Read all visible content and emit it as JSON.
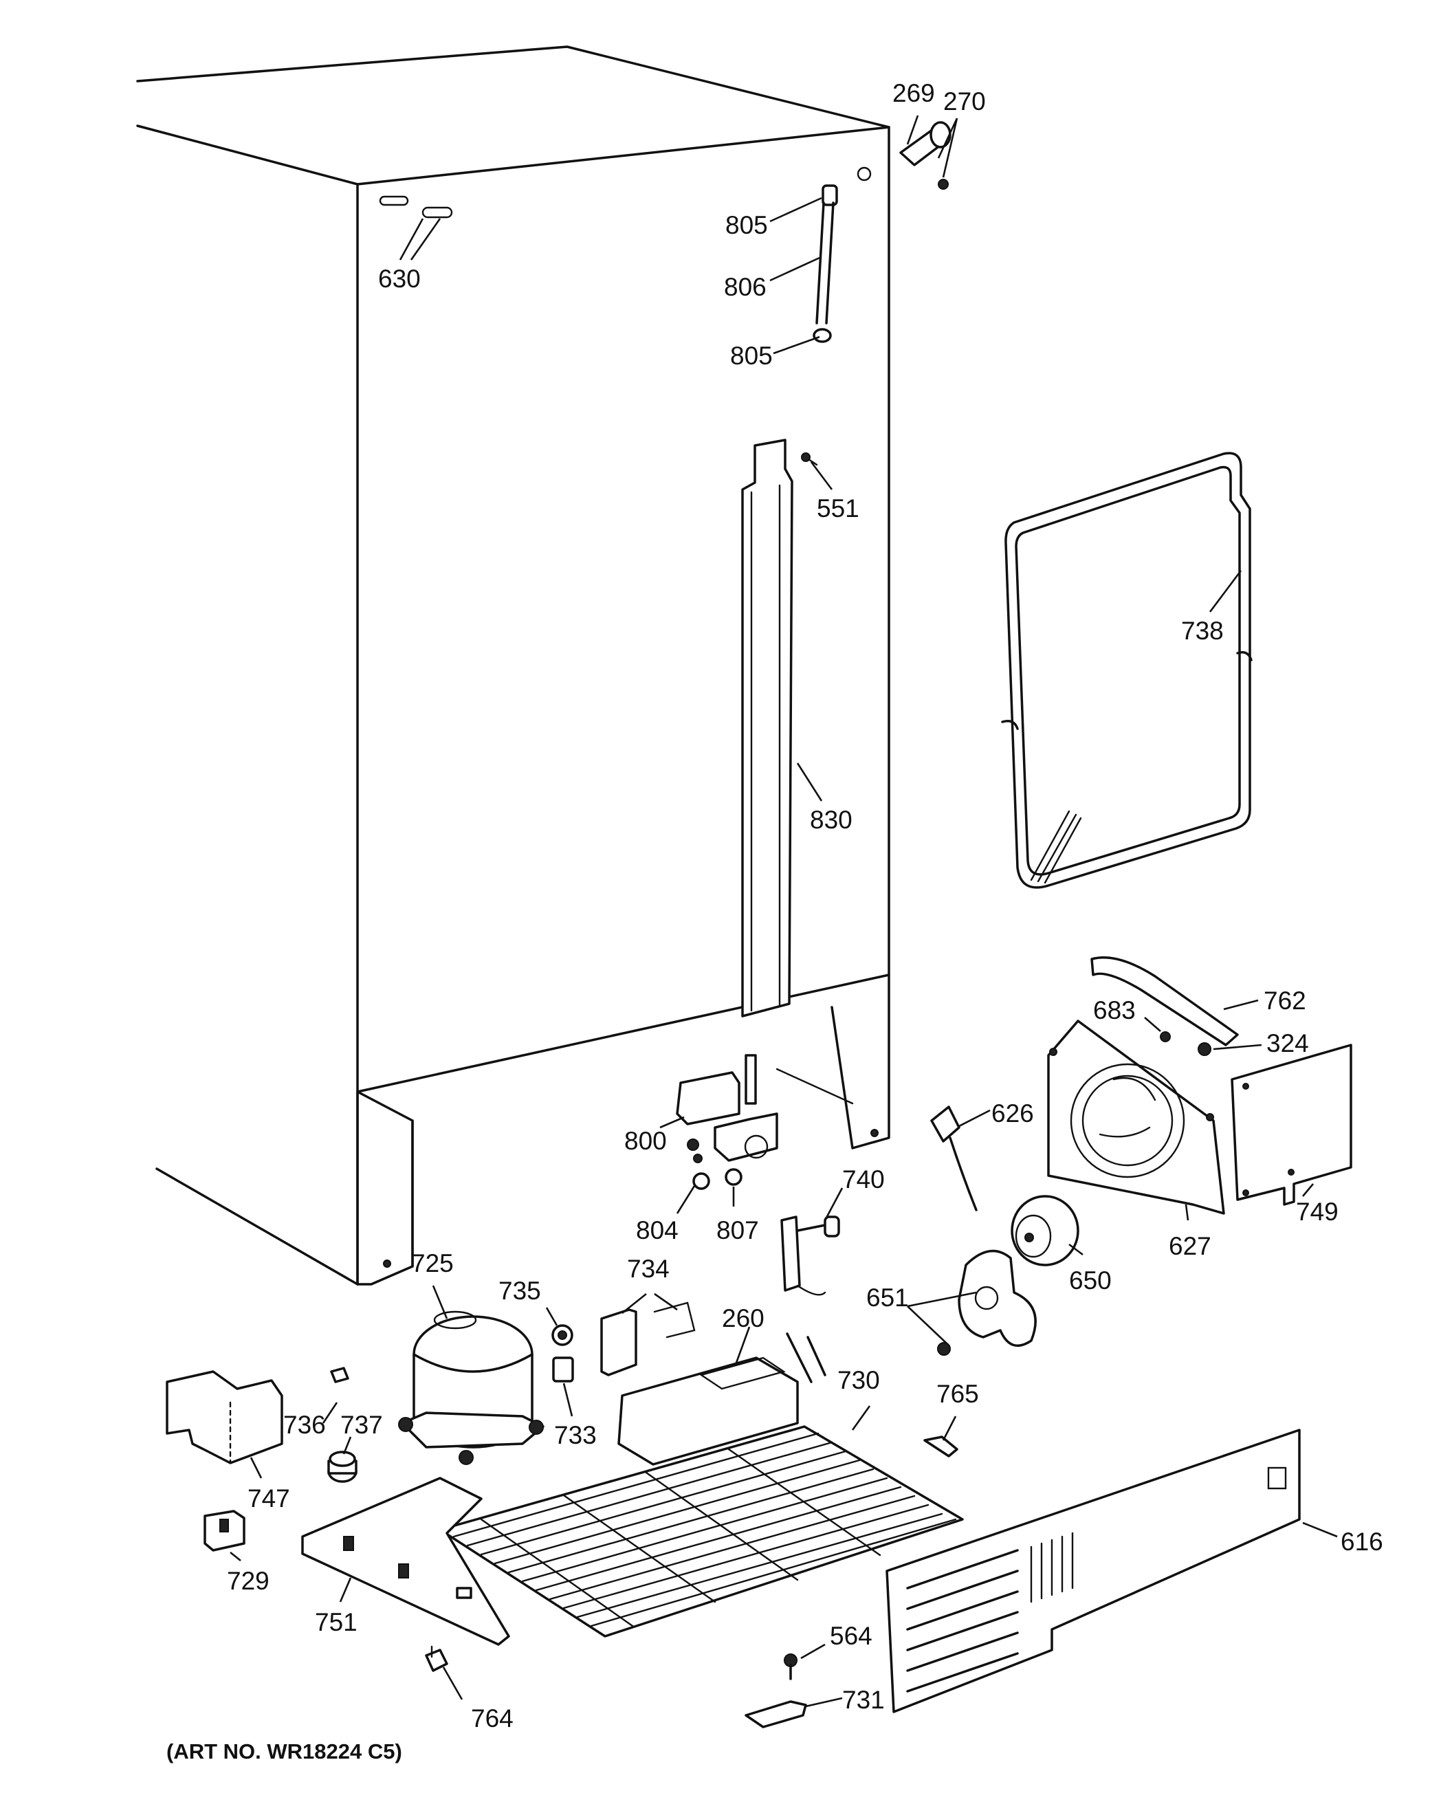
{
  "parts": [
    {
      "key": "p269",
      "number": "269"
    },
    {
      "key": "p270",
      "number": "270"
    },
    {
      "key": "p805a",
      "number": "805"
    },
    {
      "key": "p806",
      "number": "806"
    },
    {
      "key": "p805b",
      "number": "805"
    },
    {
      "key": "p630",
      "number": "630"
    },
    {
      "key": "p551",
      "number": "551"
    },
    {
      "key": "p738",
      "number": "738"
    },
    {
      "key": "p830",
      "number": "830"
    },
    {
      "key": "p762",
      "number": "762"
    },
    {
      "key": "p683",
      "number": "683"
    },
    {
      "key": "p324",
      "number": "324"
    },
    {
      "key": "p626",
      "number": "626"
    },
    {
      "key": "p800",
      "number": "800"
    },
    {
      "key": "p740",
      "number": "740"
    },
    {
      "key": "p749",
      "number": "749"
    },
    {
      "key": "p627",
      "number": "627"
    },
    {
      "key": "p804",
      "number": "804"
    },
    {
      "key": "p807",
      "number": "807"
    },
    {
      "key": "p650",
      "number": "650"
    },
    {
      "key": "p725",
      "number": "725"
    },
    {
      "key": "p735",
      "number": "735"
    },
    {
      "key": "p734",
      "number": "734"
    },
    {
      "key": "p651",
      "number": "651"
    },
    {
      "key": "p260",
      "number": "260"
    },
    {
      "key": "p730",
      "number": "730"
    },
    {
      "key": "p765",
      "number": "765"
    },
    {
      "key": "p736",
      "number": "736"
    },
    {
      "key": "p737",
      "number": "737"
    },
    {
      "key": "p733",
      "number": "733"
    },
    {
      "key": "p747",
      "number": "747"
    },
    {
      "key": "p616",
      "number": "616"
    },
    {
      "key": "p729",
      "number": "729"
    },
    {
      "key": "p751",
      "number": "751"
    },
    {
      "key": "p564",
      "number": "564"
    },
    {
      "key": "p731",
      "number": "731"
    },
    {
      "key": "p764",
      "number": "764"
    }
  ],
  "art_number": "(ART NO. WR18224 C5)"
}
